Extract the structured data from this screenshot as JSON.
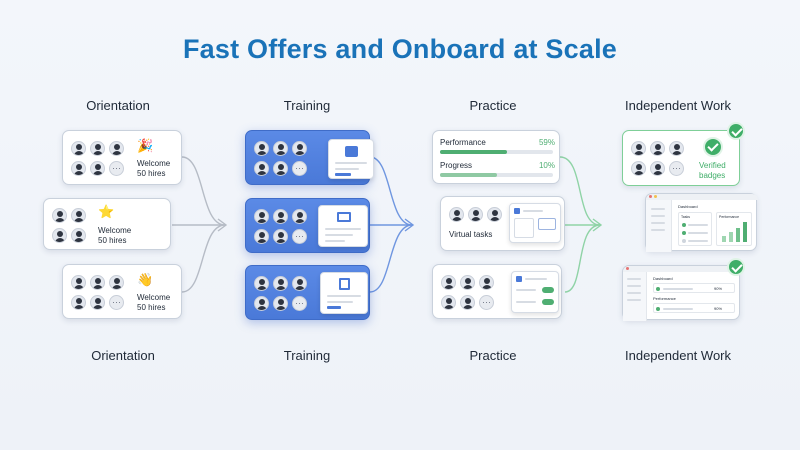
{
  "title": "Fast Offers and Onboard at Scale",
  "colors": {
    "title": "#1a73b8",
    "training": "#4a79d8",
    "practice": "#4fae72",
    "independent": "#3fae68"
  },
  "stages": {
    "orientation": {
      "top_label": "Orientation",
      "bottom_label": "Orientation",
      "cards": [
        {
          "text1": "Welcome",
          "text2": "50 hires",
          "emoji": "🎉"
        },
        {
          "text1": "Welcome",
          "text2": "50 hires",
          "emoji": "⭐"
        },
        {
          "text1": "Welcome",
          "text2": "50 hires",
          "emoji": "👋"
        }
      ]
    },
    "training": {
      "top_label": "Training",
      "bottom_label": "Training",
      "cards": [
        {
          "icon": "chat-icon"
        },
        {
          "icon": "book-icon"
        },
        {
          "icon": "edit-icon"
        }
      ]
    },
    "practice": {
      "top_label": "Practice",
      "bottom_label": "Practice",
      "performance_label": "Performance",
      "performance_value": "59%",
      "performance_pct": 59,
      "progress_label": "Progress",
      "progress_value": "10%",
      "progress_pct": 10,
      "virtual_tasks_label": "Virtual tasks"
    },
    "independent": {
      "top_label": "Independent Work",
      "bottom_label": "Independent Work",
      "verified_line1": "Verified",
      "verified_line2": "badges",
      "dashboard_label": "Dashboard",
      "tasks_label": "Tasks",
      "performance_label": "Performance",
      "dash2_title": "Dashboard",
      "dash2_section": "Performance",
      "dash2_value1": "90%",
      "dash2_value2": "90%"
    }
  }
}
